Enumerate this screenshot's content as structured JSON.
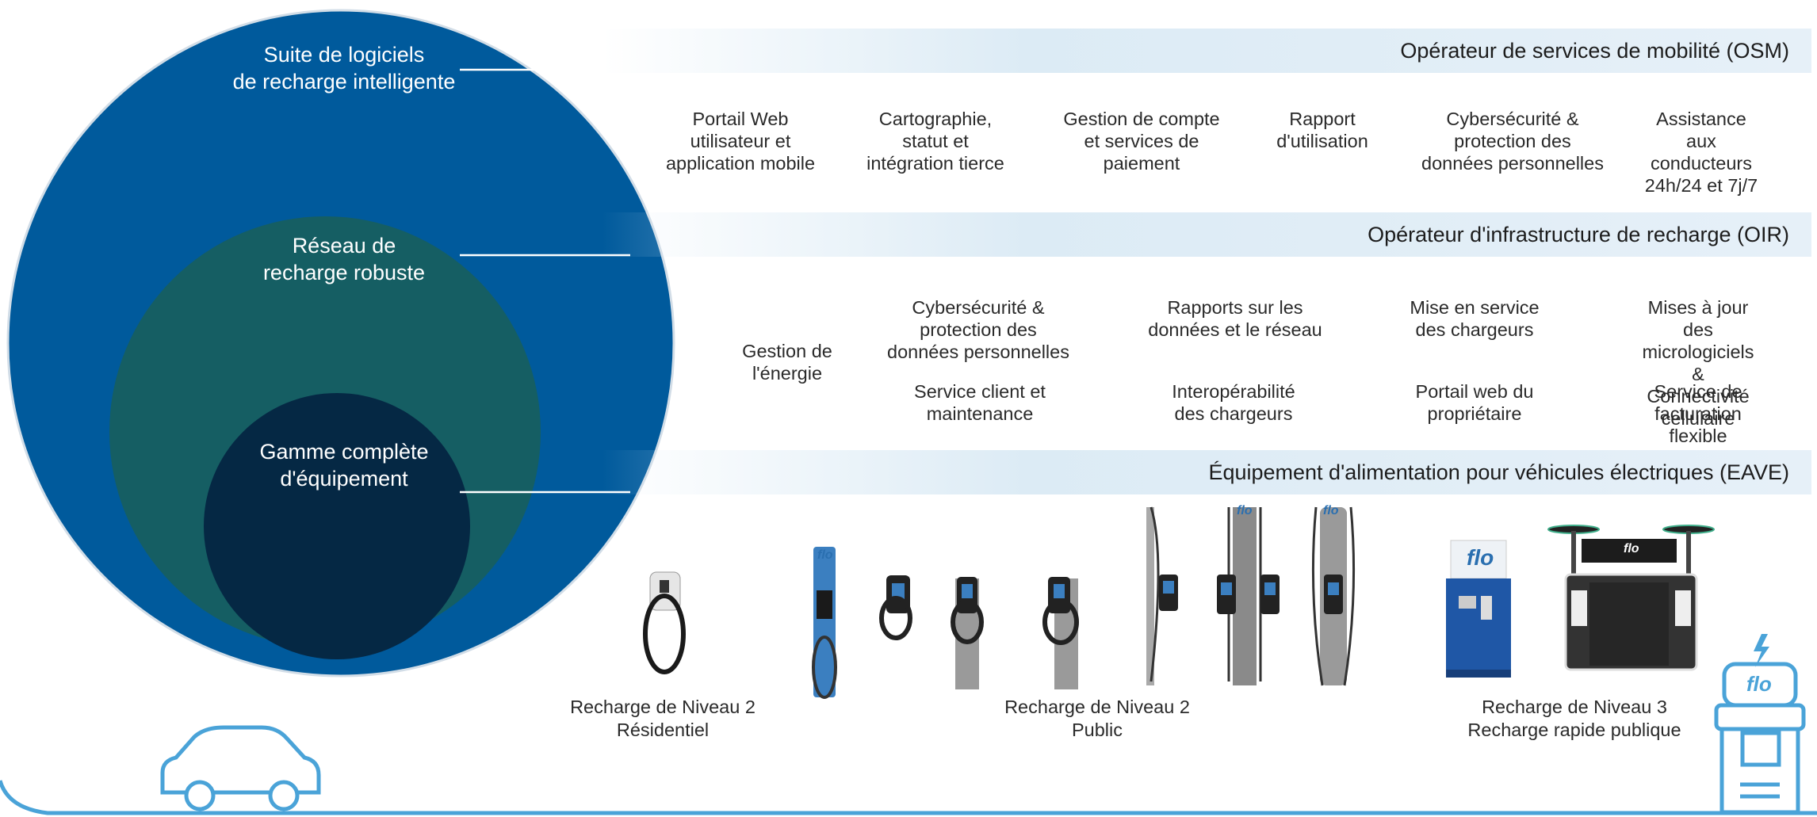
{
  "circles": {
    "outer": {
      "label": "Suite de logiciels\nde recharge intelligente",
      "color": "#005a9c"
    },
    "middle": {
      "label": "Réseau de\nrecharge robuste",
      "color": "#155e63"
    },
    "inner": {
      "label": "Gamme complète\nd'équipement",
      "color": "#052844"
    }
  },
  "bands": {
    "osm": {
      "title": "Opérateur de services de mobilité (OSM)",
      "items": [
        "Portail Web\nutilisateur et\napplication mobile",
        "Cartographie,\nstatut et\nintégration tierce",
        "Gestion de compte\net services de\npaiement",
        "Rapport\nd'utilisation",
        "Cybersécurité &\nprotection des\ndonnées personnelles",
        "Assistance aux\nconducteurs\n24h/24 et 7j/7"
      ]
    },
    "oir": {
      "title": "Opérateur d'infrastructure de recharge (OIR)",
      "items": [
        "Gestion de\nl'énergie",
        "Cybersécurité &\nprotection des\ndonnées personnelles",
        "Service client et\nmaintenance",
        "Rapports sur les\ndonnées et le réseau",
        "Interopérabilité\ndes chargeurs",
        "Mise en service\ndes chargeurs",
        "Portail web du\npropriétaire",
        "Mises à jour des\nmicrologiciels &\nConnectivité cellulaire",
        "Service de\nfacturation flexible"
      ]
    },
    "eave": {
      "title": "Équipement d'alimentation pour véhicules électriques (EAVE)",
      "categories": [
        "Recharge de Niveau 2\nRésidentiel",
        "Recharge de Niveau 2\nPublic",
        "Recharge de Niveau 3\nRecharge rapide publique"
      ]
    }
  },
  "brand_text": "flo",
  "colors": {
    "accent": "#4aa3d8",
    "band": "#dcebf5"
  }
}
